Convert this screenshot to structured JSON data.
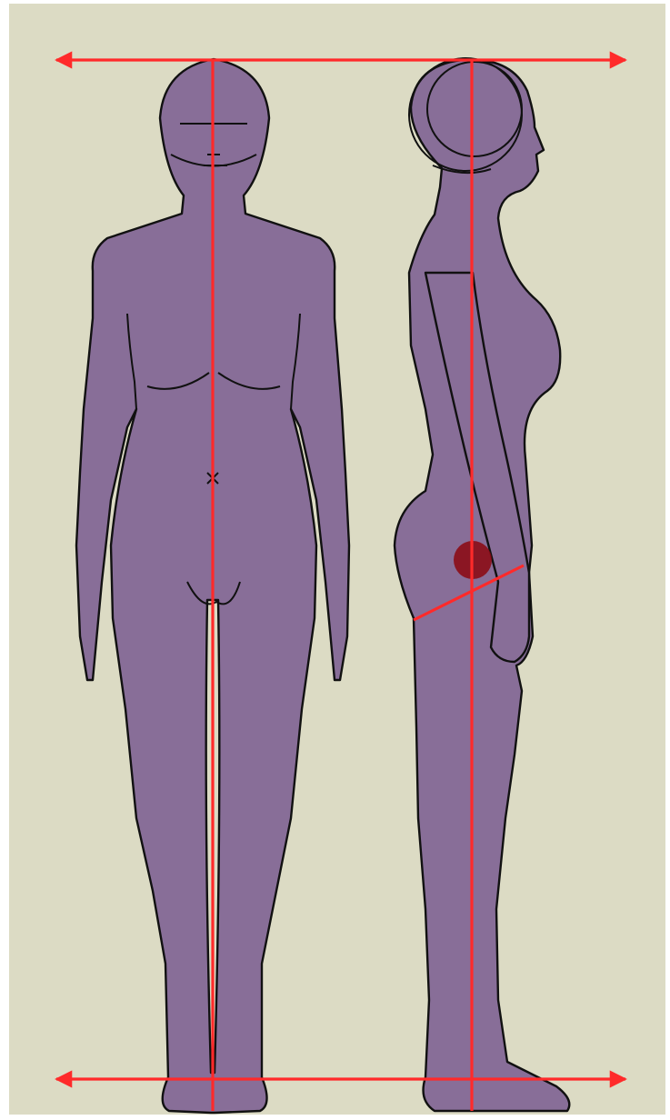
{
  "figure": {
    "views": [
      "front",
      "side"
    ],
    "colors": {
      "background": "#dcdbc4",
      "body_fill": "#886e98",
      "outline": "#111111",
      "guide_line": "#ff2a2a",
      "marker": "#8b0a12"
    },
    "markers": [
      "navel-cross-mark",
      "hip-joint-marker"
    ]
  }
}
